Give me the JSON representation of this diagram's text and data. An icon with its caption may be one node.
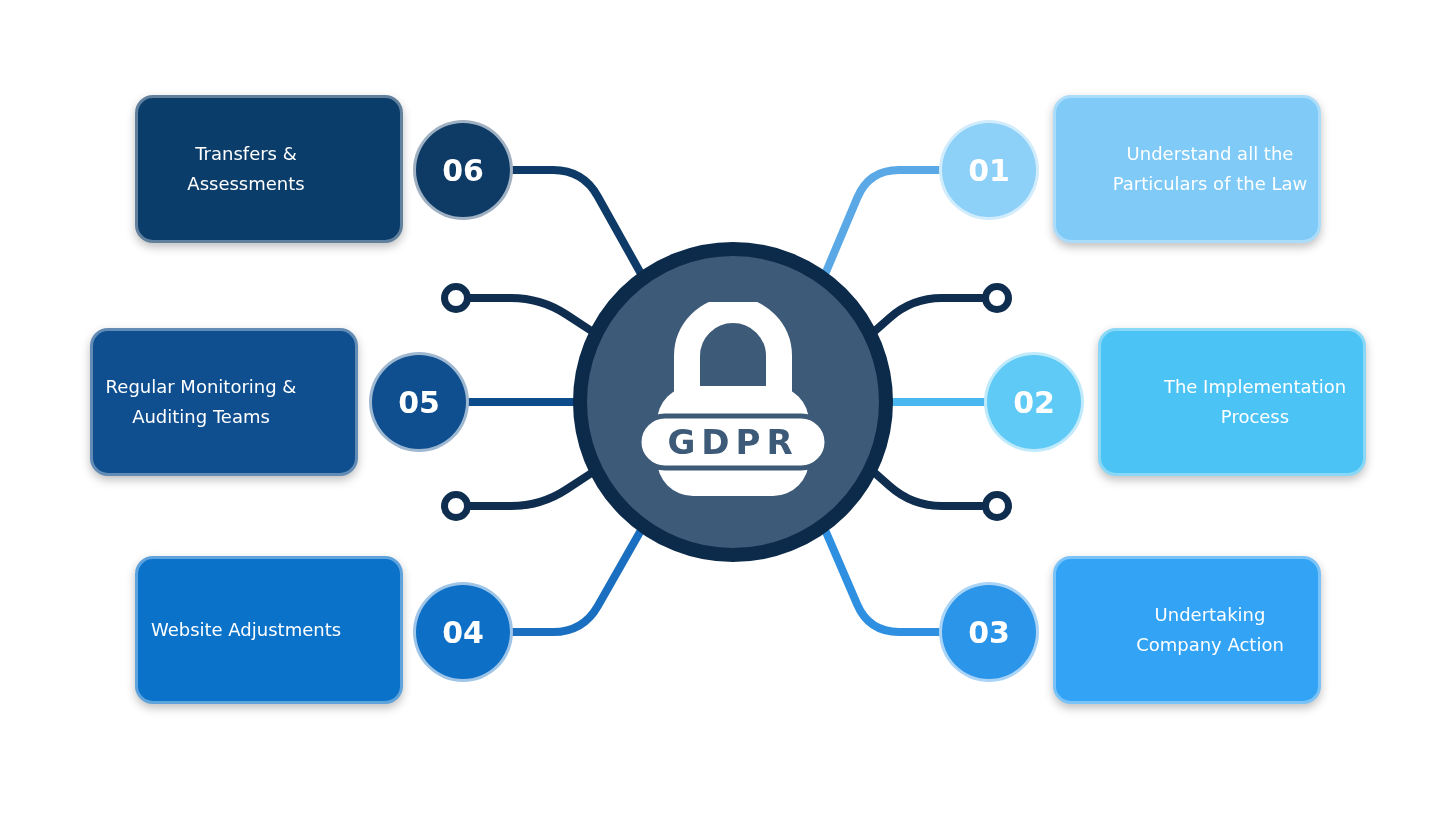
{
  "diagram": {
    "nodes": [
      {
        "text": [
          "GDPR"
        ]
      },
      {
        "text": [
          "Transfers & Assessments"
        ]
      },
      {
        "text": [
          "06"
        ]
      },
      {
        "text": [
          "01"
        ]
      },
      {
        "text": [
          "Understand all the Particulars of the Law"
        ]
      },
      {
        "text": [],
        "shape": "circle"
      },
      {
        "text": [],
        "shape": "circle"
      },
      {
        "text": [
          "Regular Monitoring & Auditing Teams"
        ]
      },
      {
        "text": [
          "05"
        ]
      },
      {
        "text": [
          "02"
        ]
      },
      {
        "text": [
          "The Implementation Process"
        ]
      },
      {
        "text": [],
        "shape": "circle"
      },
      {
        "text": [],
        "shape": "circle"
      },
      {
        "text": [
          "Website Adjustments"
        ]
      },
      {
        "text": [
          "04"
        ]
      },
      {
        "text": [
          "03"
        ]
      },
      {
        "text": [
          "Undertaking Company Action"
        ]
      }
    ],
    "edges": [
      {
        "from": 0,
        "to": 2,
        "arrow": "none",
        "color": "#0d3a66"
      },
      {
        "from": 0,
        "to": 3,
        "arrow": "none",
        "color": "#5aa9e6"
      },
      {
        "from": 0,
        "to": 5,
        "arrow": "none",
        "color": "#0f2d4f"
      },
      {
        "from": 0,
        "to": 6,
        "arrow": "none",
        "color": "#0f2d4f"
      },
      {
        "from": 0,
        "to": 8,
        "arrow": "none",
        "color": "#0d4b8a"
      },
      {
        "from": 0,
        "to": 9,
        "arrow": "none",
        "color": "#4ab8f0"
      },
      {
        "from": 0,
        "to": 11,
        "arrow": "none",
        "color": "#0f2d4f"
      },
      {
        "from": 0,
        "to": 12,
        "arrow": "none",
        "color": "#0f2d4f"
      },
      {
        "from": 0,
        "to": 14,
        "arrow": "none",
        "color": "#1a6fc0"
      },
      {
        "from": 0,
        "to": 15,
        "arrow": "none",
        "color": "#2f8fe0"
      }
    ]
  }
}
